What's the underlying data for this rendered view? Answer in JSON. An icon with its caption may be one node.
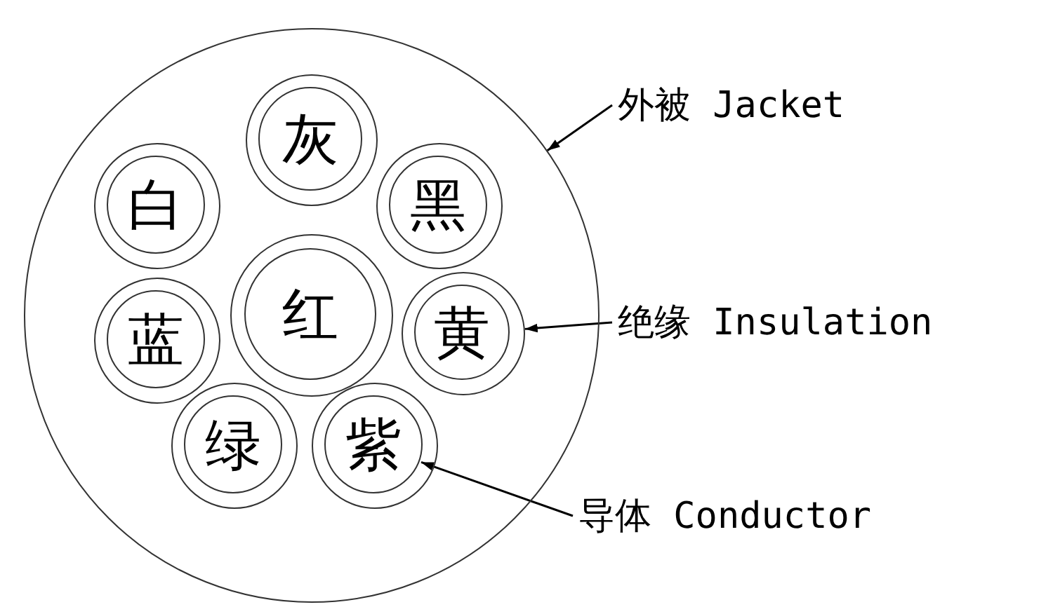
{
  "diagram": {
    "nodes": [
      {
        "text": [],
        "shape": "circle"
      },
      {
        "text": [],
        "shape": "circle",
        "in": 0
      },
      {
        "text": [
          "灰"
        ],
        "in": 1
      },
      {
        "text": [],
        "shape": "circle",
        "in": 0
      },
      {
        "text": [
          "白"
        ],
        "in": 3
      },
      {
        "text": [],
        "shape": "circle",
        "in": 0
      },
      {
        "text": [
          "黑"
        ],
        "in": 5
      },
      {
        "text": [],
        "shape": "circle",
        "in": 0
      },
      {
        "text": [
          "红"
        ],
        "in": 7
      },
      {
        "text": [],
        "shape": "circle",
        "in": 0
      },
      {
        "text": [
          "蓝"
        ],
        "in": 9
      },
      {
        "text": [],
        "shape": "circle",
        "in": 0
      },
      {
        "text": [
          "黄"
        ],
        "in": 11
      },
      {
        "text": [],
        "shape": "circle",
        "in": 0
      },
      {
        "text": [
          "绿"
        ],
        "in": 13
      },
      {
        "text": [],
        "shape": "circle",
        "in": 0
      },
      {
        "text": [
          "紫"
        ],
        "in": 15
      },
      {
        "text": [
          "外被 Jacket"
        ]
      },
      {
        "text": [
          "绝缘 Insulation"
        ]
      },
      {
        "text": [
          "导体 Conductor"
        ]
      }
    ],
    "edges": [
      {
        "from": 17,
        "to": 0,
        "arrow": "to"
      },
      {
        "from": 18,
        "to": 11,
        "arrow": "to"
      },
      {
        "from": 19,
        "to": 16,
        "arrow": "to"
      }
    ]
  }
}
